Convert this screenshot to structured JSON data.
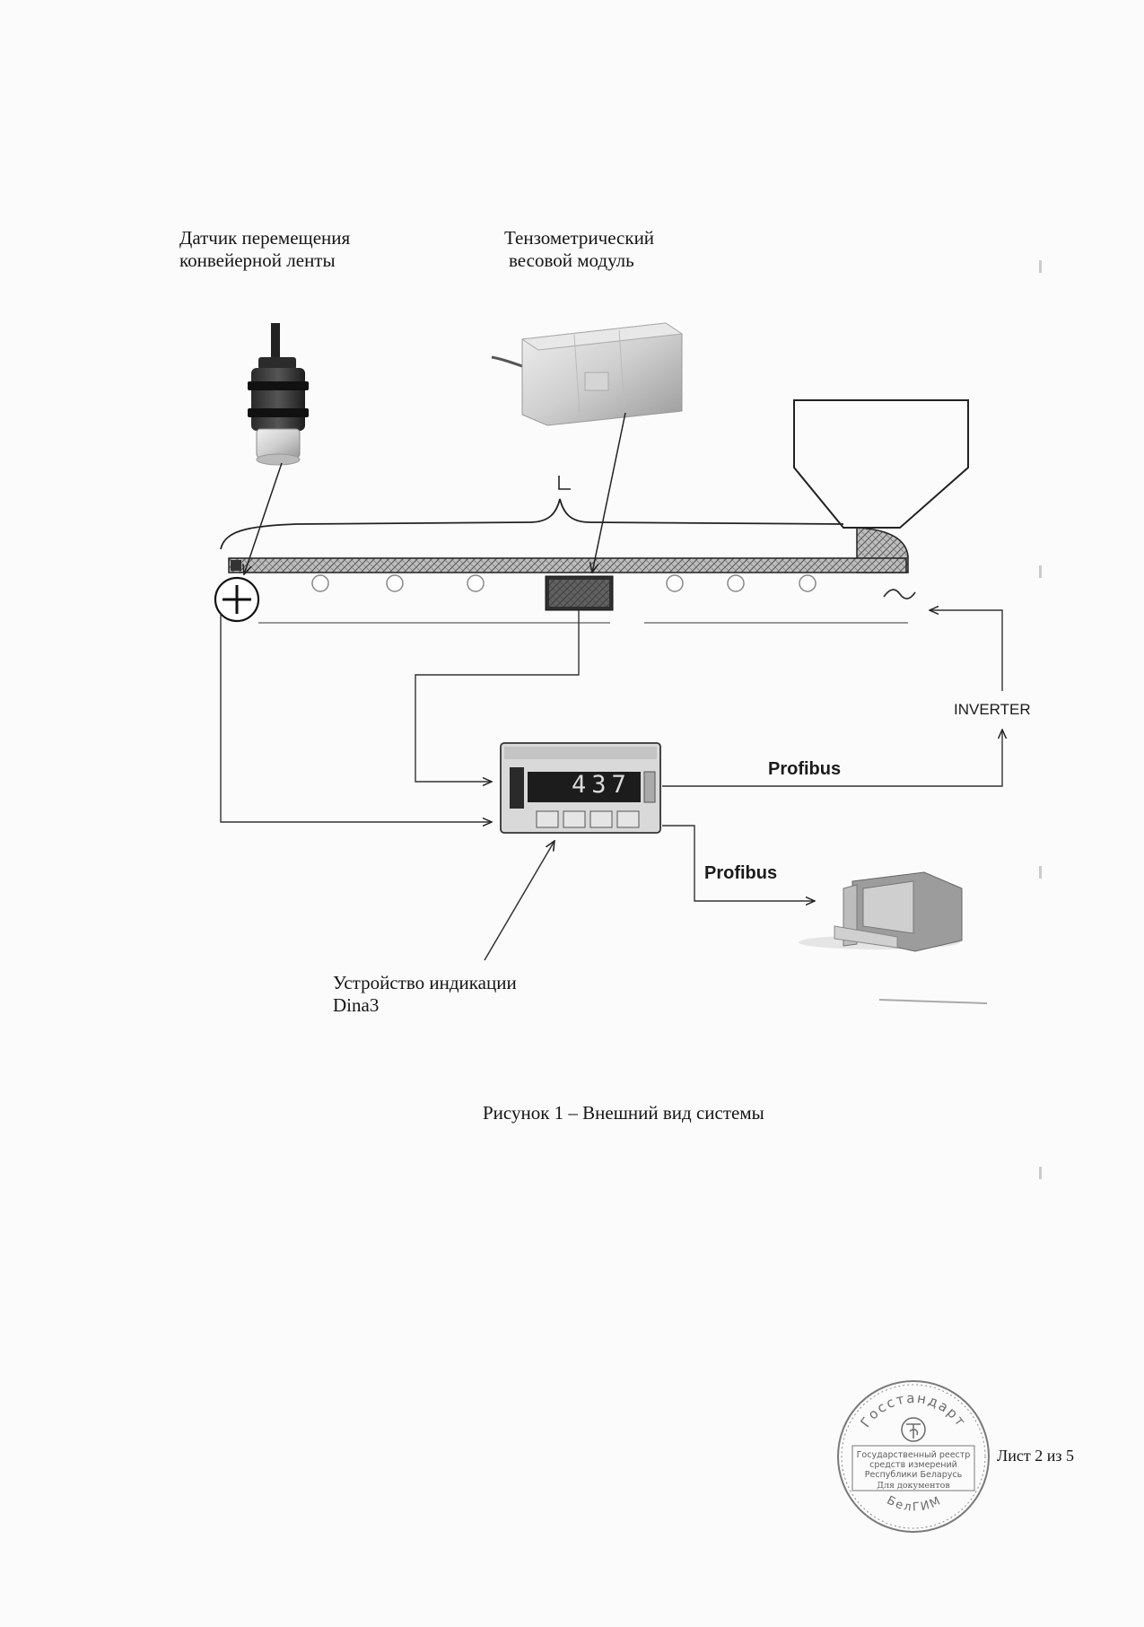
{
  "labels": {
    "sensor_title_line1": "Датчик перемещения",
    "sensor_title_line2": "конвейерной ленты",
    "load_module_line1": "Тензометрический",
    "load_module_line2": "весовой модуль",
    "length_mark": "L",
    "inverter": "INVERTER",
    "profibus_top": "Profibus",
    "profibus_bottom": "Profibus",
    "indicator_line1": "Устройство индикации",
    "indicator_line2": "Dina3",
    "display_reading": "437"
  },
  "caption": "Рисунок 1 – Внешний вид системы",
  "footer": {
    "sheet": "Лист 2 из 5"
  },
  "stamp": {
    "top_arc": "Госстандарт",
    "line1": "Государственный реестр",
    "line2": "средств измерений",
    "line3": "Республики Беларусь",
    "line4": "Для документов",
    "bottom_arc": "БелГИМ"
  },
  "colors": {
    "ink": "#1a1a1a",
    "paper": "#fbfbfb",
    "stamp": "#7a7a7a"
  }
}
